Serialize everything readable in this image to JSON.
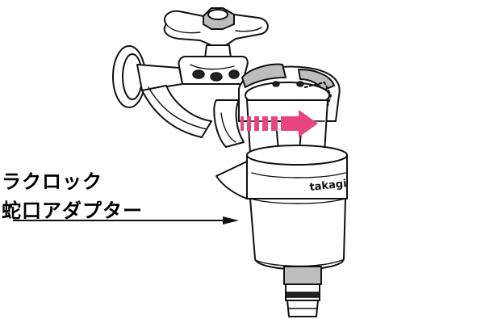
{
  "labels": {
    "line1": "ラクロック",
    "line2": "蛇口アダプター"
  },
  "illustration": {
    "brand_mark": "takagi",
    "rotation_arrow_color": "#e8457f"
  }
}
